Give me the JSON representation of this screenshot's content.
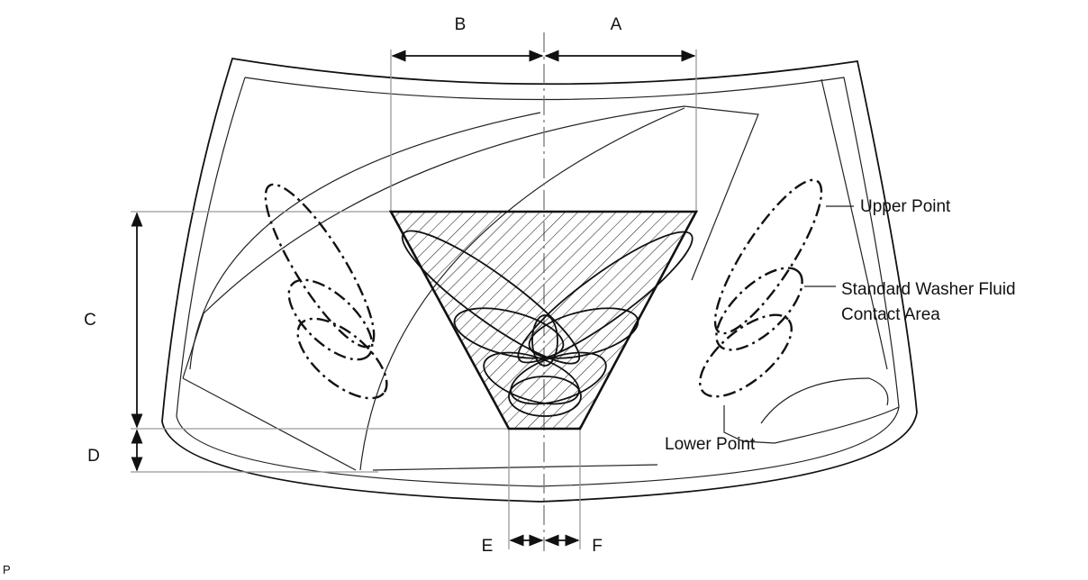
{
  "labels": {
    "dim_b": "B",
    "dim_a": "A",
    "dim_c": "C",
    "dim_d": "D",
    "dim_e": "E",
    "dim_f": "F",
    "upper_point": "Upper Point",
    "contact_area_line1": "Standard Washer Fluid",
    "contact_area_line2": "Contact Area",
    "lower_point": "Lower Point",
    "corner_mark": "P"
  }
}
